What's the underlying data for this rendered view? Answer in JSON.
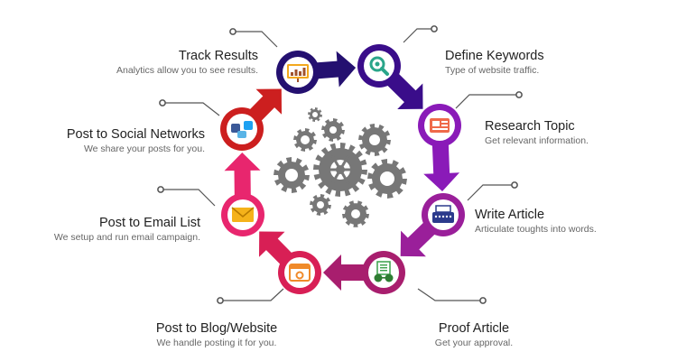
{
  "steps": [
    {
      "title": "Define Keywords",
      "desc": "Type of website traffic.",
      "color": "#3a0d8a",
      "icon": "magnifier-icon"
    },
    {
      "title": "Research Topic",
      "desc": "Get relevant information.",
      "color": "#8a1ab8",
      "icon": "newspaper-icon"
    },
    {
      "title": "Write Article",
      "desc": "Articulate toughts into words.",
      "color": "#9a1f9a",
      "icon": "typewriter-icon"
    },
    {
      "title": "Proof Article",
      "desc": "Get your approval.",
      "color": "#a81e6e",
      "icon": "reading-glasses-icon"
    },
    {
      "title": "Post to Blog/Website",
      "desc": "We handle posting it for you.",
      "color": "#d81f55",
      "icon": "browser-window-icon"
    },
    {
      "title": "Post to Email List",
      "desc": "We setup and run email campaign.",
      "color": "#e8266e",
      "icon": "envelope-icon"
    },
    {
      "title": "Post to Social Networks",
      "desc": "We share your posts for you.",
      "color": "#cc1f1f",
      "icon": "social-share-icon"
    },
    {
      "title": "Track Results",
      "desc": "Analytics allow you to see results.",
      "color": "#241070",
      "icon": "analytics-board-icon"
    }
  ],
  "center_icon": "gears-cluster-icon",
  "gear_color": "#777777"
}
